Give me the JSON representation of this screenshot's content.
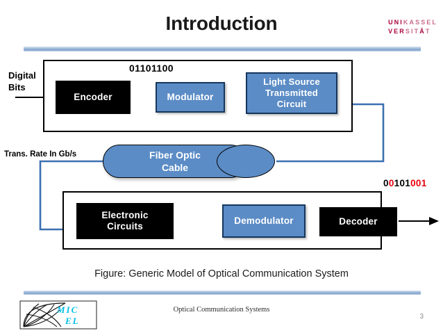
{
  "slide": {
    "title": "Introduction",
    "page_number": "3",
    "footer_text": "Optical Communication Systems",
    "figure_caption": "Figure: Generic Model of Optical Communication System"
  },
  "university_logo": {
    "line1_part1": "UNI",
    "line1_part2": "KASSEL",
    "line2_part1": "VER",
    "line2_part2": "SIT",
    "line2_part3": "Ä",
    "line2_part4": "T",
    "color_dark": "#a8003c",
    "color_light": "#c96b8d"
  },
  "lab_logo": {
    "text_top": "MIC",
    "text_bottom": "EL",
    "color": "#00bfe7"
  },
  "diagram": {
    "input_label": "Digital\nBits",
    "input_label_line1": "Digital",
    "input_label_line2": "Bits",
    "input_binary": "01101100",
    "rate_label": "Trans. Rate In Gb/s",
    "output_binary_digits": [
      {
        "char": "0",
        "color": "black"
      },
      {
        "char": "0",
        "color": "red"
      },
      {
        "char": "1",
        "color": "black"
      },
      {
        "char": "0",
        "color": "black"
      },
      {
        "char": "1",
        "color": "black"
      },
      {
        "char": "0",
        "color": "red"
      },
      {
        "char": "0",
        "color": "red"
      },
      {
        "char": "1",
        "color": "red"
      }
    ],
    "colors": {
      "block_blue": "#5b8cc6",
      "block_blue_border": "#16365c",
      "block_black": "#000000",
      "connector_blue": "#3b6fb0",
      "divider_blue": "#7fa2ca",
      "binary_red": "#e8000d"
    },
    "transmitter_nodes": [
      {
        "id": "encoder",
        "label": "Encoder",
        "style": "black"
      },
      {
        "id": "modulator",
        "label": "Modulator",
        "style": "blue"
      },
      {
        "id": "light-source",
        "label_line1": "Light Source",
        "label_line2": "Transmitted",
        "label_line3": "Circuit",
        "style": "blue"
      }
    ],
    "channel_node": {
      "id": "fiber-optic-cable",
      "label_line1": "Fiber Optic",
      "label_line2": "Cable",
      "style": "blue"
    },
    "receiver_nodes": [
      {
        "id": "electronic-circuits",
        "label_line1": "Electronic",
        "label_line2": "Circuits",
        "style": "black"
      },
      {
        "id": "demodulator",
        "label": "Demodulator",
        "style": "blue"
      },
      {
        "id": "decoder",
        "label": "Decoder",
        "style": "black"
      }
    ]
  }
}
